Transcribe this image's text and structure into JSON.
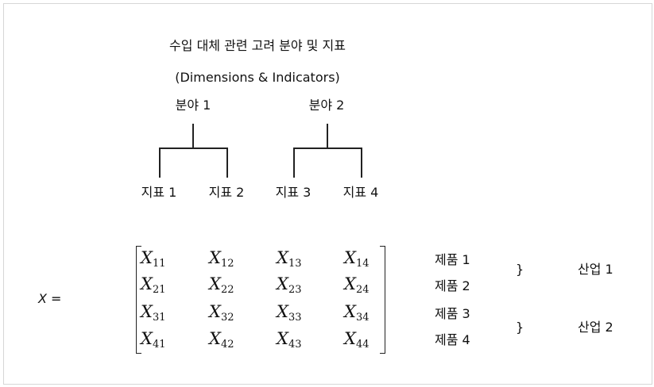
{
  "title": "수입 대체 관련 고려 분야 및 지표",
  "subtitle": "(Dimensions & Indicators)",
  "dimensions": [
    "분야 1",
    "분야 2"
  ],
  "indicators": [
    "지표 1",
    "지표 2",
    "지표 3",
    "지표 4"
  ],
  "matrix_label": "X =",
  "matrix": [
    [
      "X",
      "11",
      "X",
      "12",
      "X",
      "13",
      "X",
      "14"
    ],
    [
      "X",
      "21",
      "X",
      "22",
      "X",
      "23",
      "X",
      "24"
    ],
    [
      "X",
      "31",
      "X",
      "32",
      "X",
      "33",
      "X",
      "34"
    ],
    [
      "X",
      "41",
      "X",
      "42",
      "X",
      "43",
      "X",
      "44"
    ]
  ],
  "products": [
    "제품 1",
    "제품 2",
    "제품 3",
    "제품 4"
  ],
  "brace_symbol": "}",
  "industries": [
    "산업 1",
    "산업 2"
  ]
}
